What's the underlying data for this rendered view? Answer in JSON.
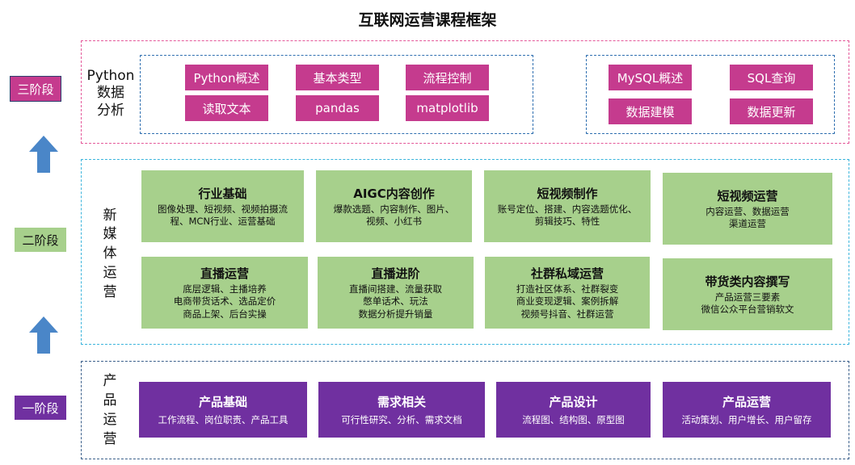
{
  "title": "互联网运营课程框架",
  "colors": {
    "stage3": "#c53b8e",
    "stage2": "#a7d08c",
    "stage1": "#7030a0",
    "arrow": "#4a86c8",
    "frame_pink": "#e4589a",
    "frame_blue": "#3ab4dc",
    "frame_navy": "#2f6fb0"
  },
  "stages": {
    "three": {
      "label": "三阶段",
      "section": [
        "Python",
        "数据",
        "分析"
      ]
    },
    "two": {
      "label": "二阶段",
      "section": [
        "新",
        "媒",
        "体",
        "运",
        "营"
      ]
    },
    "one": {
      "label": "一阶段",
      "section": [
        "产",
        "品",
        "运",
        "营"
      ]
    }
  },
  "python_items": [
    "Python概述",
    "基本类型",
    "流程控制",
    "读取文本",
    "pandas",
    "matplotlib"
  ],
  "mysql_items": [
    "MySQL概述",
    "SQL查询",
    "数据建模",
    "数据更新"
  ],
  "media_boxes": [
    {
      "title": "行业基础",
      "desc": "图像处理、短视频、视频拍摄流\n程、MCN行业、运营基础"
    },
    {
      "title": "AIGC内容创作",
      "desc": "爆款选题、内容制作、图片、\n视频、小红书"
    },
    {
      "title": "短视频制作",
      "desc": "账号定位、搭建、内容选题优化、\n剪辑技巧、特性"
    },
    {
      "title": "短视频运营",
      "desc": "内容运营、数据运营\n渠道运营"
    },
    {
      "title": "直播运营",
      "desc": "底层逻辑、主播培养\n电商带货话术、选品定价\n商品上架、后台实操"
    },
    {
      "title": "直播进阶",
      "desc": "直播间搭建、流量获取\n憋单话术、玩法\n数据分析提升销量"
    },
    {
      "title": "社群私域运营",
      "desc": "打造社区体系、社群裂变\n商业变现逻辑、案例拆解\n视频号抖音、社群运营"
    },
    {
      "title": "带货类内容撰写",
      "desc": "产品运营三要素\n微信公众平台营销软文"
    }
  ],
  "product_boxes": [
    {
      "title": "产品基础",
      "desc": "工作流程、岗位职责、产品工具"
    },
    {
      "title": "需求相关",
      "desc": "可行性研究、分析、需求文档"
    },
    {
      "title": "产品设计",
      "desc": "流程图、结构图、原型图"
    },
    {
      "title": "产品运营",
      "desc": "活动策划、用户增长、用户留存"
    }
  ]
}
